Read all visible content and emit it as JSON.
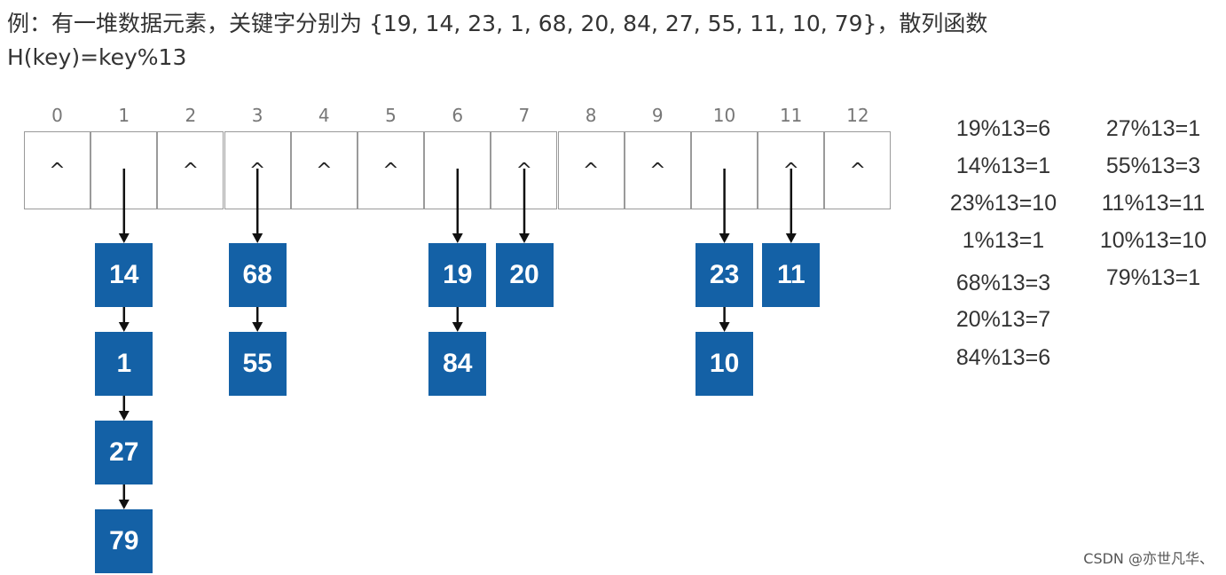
{
  "header": {
    "line1": "例：有一堆数据元素，关键字分别为 {19, 14, 23, 1, 68, 20, 84, 27, 55, 11, 10, 79}，散列函数",
    "line2": "H(key)=key%13"
  },
  "table": {
    "indices": [
      "0",
      "1",
      "2",
      "3",
      "4",
      "5",
      "6",
      "7",
      "8",
      "9",
      "10",
      "11",
      "12"
    ],
    "cells": [
      "^",
      "",
      "^",
      "^",
      "^",
      "^",
      "",
      "^",
      "^",
      "^",
      "",
      "^",
      "^"
    ]
  },
  "chains": [
    {
      "slot": 1,
      "nodes": [
        "14",
        "1",
        "27",
        "79"
      ]
    },
    {
      "slot": 3,
      "nodes": [
        "68",
        "55"
      ]
    },
    {
      "slot": 6,
      "nodes": [
        "19",
        "84"
      ]
    },
    {
      "slot": 7,
      "nodes": [
        "20"
      ]
    },
    {
      "slot": 10,
      "nodes": [
        "23",
        "10"
      ]
    },
    {
      "slot": 11,
      "nodes": [
        "11"
      ]
    }
  ],
  "calculations": {
    "col1": [
      "19%13=6",
      "14%13=1",
      "23%13=10",
      "1%13=1",
      "68%13=3",
      "20%13=7",
      "84%13=6"
    ],
    "col2": [
      "27%13=1",
      "55%13=3",
      "11%13=11",
      "10%13=10",
      "79%13=1"
    ]
  },
  "watermark": "CSDN @亦世凡华、",
  "colors": {
    "node_fill": "#1461a6",
    "node_text": "#ffffff",
    "arrow": "#111111"
  }
}
